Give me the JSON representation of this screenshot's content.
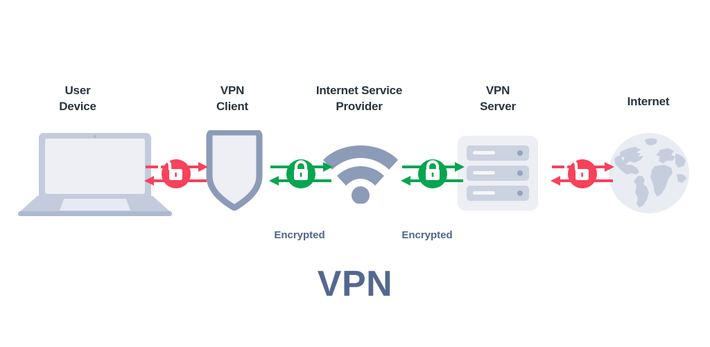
{
  "diagram": {
    "title": "VPN",
    "background_color": "#ffffff",
    "label_color": "#27333F",
    "caption_color": "#51648A",
    "title_color": "#54688F",
    "unencrypted_color": "#F8415A",
    "encrypted_color": "#08A550",
    "device_color": "#8C9BB8",
    "device_fill": "#EDEFF4"
  },
  "nodes": [
    {
      "id": "user-device",
      "label": "User\nDevice",
      "icon": "laptop-icon"
    },
    {
      "id": "vpn-client",
      "label": "VPN\nClient",
      "icon": "shield-icon"
    },
    {
      "id": "isp",
      "label": "Internet Service\nProvider",
      "icon": "wifi-icon"
    },
    {
      "id": "vpn-server",
      "label": "VPN\nServer",
      "icon": "server-icon"
    },
    {
      "id": "internet",
      "label": "Internet",
      "icon": "globe-icon"
    }
  ],
  "connectors": [
    {
      "id": "link-1",
      "icon": "unlocked-padlock-icon",
      "state": "unencrypted",
      "color": "#F8415A",
      "caption": ""
    },
    {
      "id": "link-2",
      "icon": "locked-padlock-icon",
      "state": "encrypted",
      "color": "#08A550",
      "caption": "Encrypted"
    },
    {
      "id": "link-3",
      "icon": "locked-padlock-icon",
      "state": "encrypted",
      "color": "#08A550",
      "caption": "Encrypted"
    },
    {
      "id": "link-4",
      "icon": "unlocked-padlock-icon",
      "state": "unencrypted",
      "color": "#F8415A",
      "caption": ""
    }
  ]
}
